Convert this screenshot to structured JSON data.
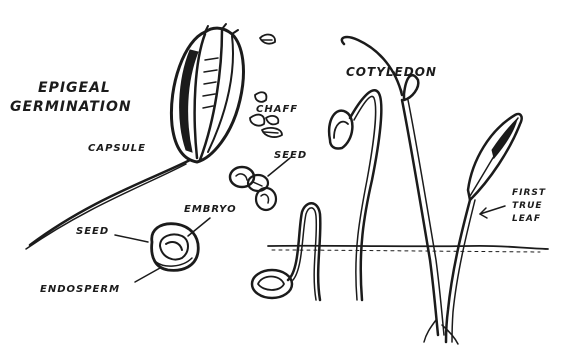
{
  "labels": {
    "epigeal_line1": "EPIGEAL",
    "epigeal_line2": "GERMINATION",
    "capsule": "CAPSULE",
    "chaff": "CHAFF",
    "seed_top": "SEED",
    "embryo": "EMBRYO",
    "seed_bottom": "SEED",
    "endosperm": "ENDOSPERM",
    "cotyledon": "COTYLEDON",
    "first_true_leaf_line1": "FIRST",
    "first_true_leaf_line2": "TRUE",
    "first_true_leaf_line3": "LEAF"
  },
  "colors": {
    "ink": "#1b1b1b",
    "paper": "#ffffff"
  }
}
